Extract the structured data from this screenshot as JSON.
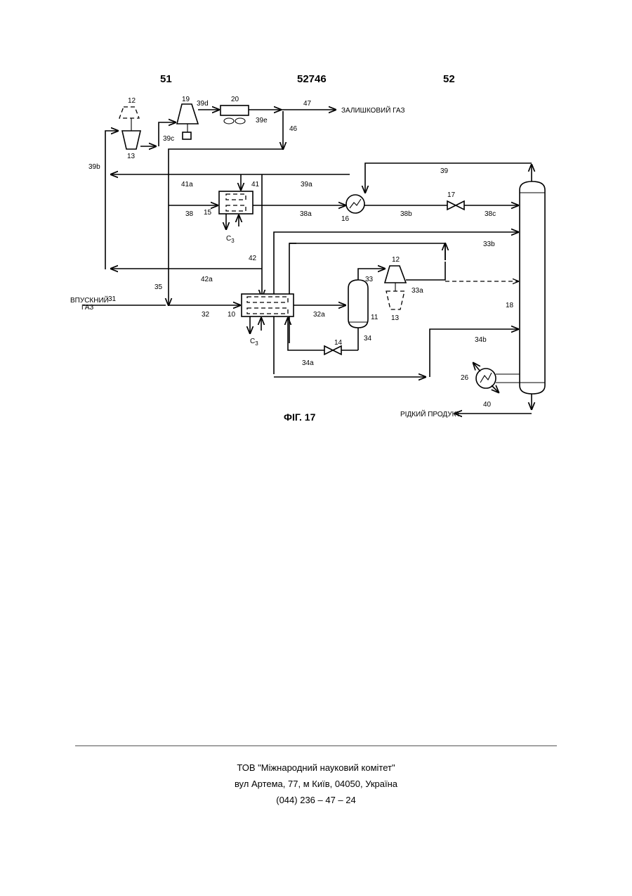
{
  "header": {
    "left": "51",
    "center": "52746",
    "right": "52"
  },
  "figure": {
    "caption": "ФІГ. 17",
    "labels": {
      "inlet_gas": [
        "ВПУСКНИЙ",
        "ГАЗ"
      ],
      "residue_gas": "ЗАЛИШКОВИЙ ГАЗ",
      "liquid_product": "РІДКИЙ ПРОДУКТ",
      "c3_a": "C",
      "c3_b": "C",
      "c3_sub": "3"
    },
    "numbers": {
      "n12_top": "12",
      "n13_top": "13",
      "n19": "19",
      "n20": "20",
      "n39d": "39d",
      "n39e": "39e",
      "n39c": "39c",
      "n47": "47",
      "n46": "46",
      "n39b": "39b",
      "n39": "39",
      "n41a": "41a",
      "n41": "41",
      "n39a": "39a",
      "n38": "38",
      "n15": "15",
      "n38a": "38a",
      "n16": "16",
      "n38b": "38b",
      "n17": "17",
      "n38c": "38c",
      "n42": "42",
      "n33b": "33b",
      "n33": "33",
      "n12": "12",
      "n33a": "33a",
      "n42a": "42a",
      "n35": "35",
      "n31": "31",
      "n32": "32",
      "n10": "10",
      "n32a": "32a",
      "n11": "11",
      "n13": "13",
      "n18": "18",
      "n14": "14",
      "n34": "34",
      "n34b": "34b",
      "n34a": "34a",
      "n26": "26",
      "n40": "40"
    }
  },
  "footer": {
    "line1": "ТОВ \"Міжнародний науковий комітет\"",
    "line2": "вул  Артема, 77, м  Київ, 04050, Україна",
    "line3": "(044) 236 – 47 – 24"
  }
}
